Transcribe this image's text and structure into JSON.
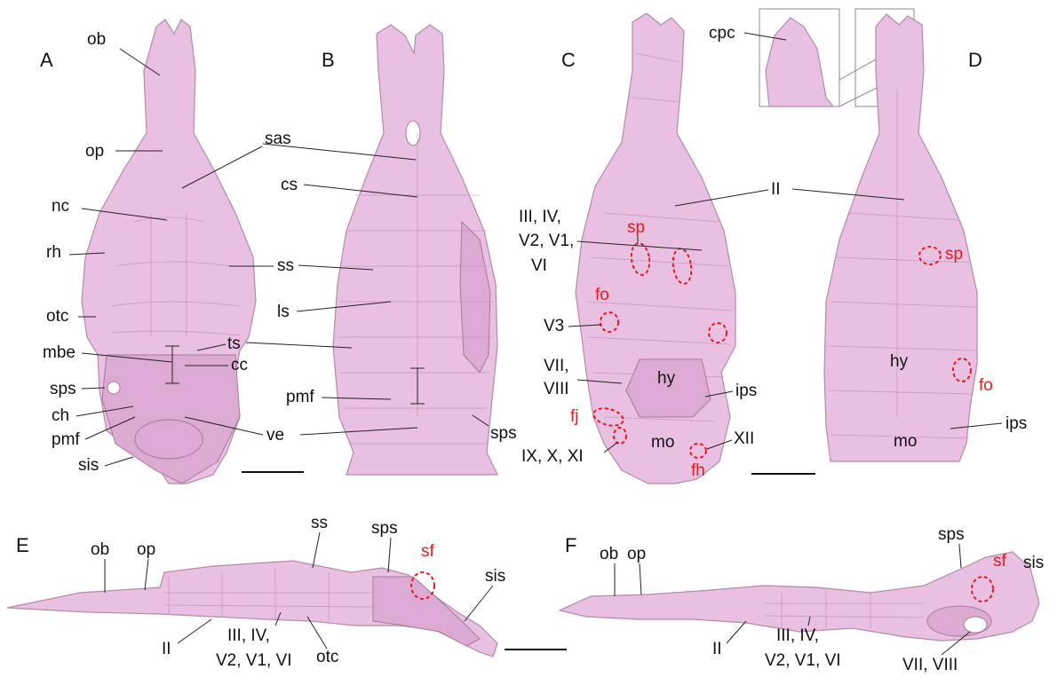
{
  "panels": {
    "A": {
      "letter": "A",
      "labels": [
        "ob",
        "op",
        "sas",
        "nc",
        "rh",
        "ss",
        "otc",
        "mbe",
        "ts",
        "cc",
        "sps",
        "ch",
        "pmf",
        "ve",
        "sis"
      ]
    },
    "B": {
      "letter": "B",
      "labels": [
        "cs",
        "ls",
        "pmf",
        "sps"
      ]
    },
    "C": {
      "letter": "C",
      "labels": [
        "II",
        "III, IV,",
        "V2, V1,",
        "VI",
        "sp",
        "fo",
        "V3",
        "VII,",
        "VIII",
        "hy",
        "ips",
        "fj",
        "mo",
        "XII",
        "IX, X, XI",
        "fh"
      ]
    },
    "D": {
      "letter": "D",
      "labels": [
        "cpc",
        "sp",
        "hy",
        "fo",
        "ips",
        "mo"
      ]
    },
    "E": {
      "letter": "E",
      "labels": [
        "ob",
        "op",
        "ss",
        "sps",
        "sf",
        "sis",
        "II",
        "III, IV,",
        "V2, V1, VI",
        "otc"
      ]
    },
    "F": {
      "letter": "F",
      "labels": [
        "ob",
        "op",
        "sps",
        "sf",
        "sis",
        "II",
        "III, IV,",
        "V2, V1, VI",
        "VII, VIII"
      ]
    }
  },
  "colors": {
    "specimen_fill": "#e9bfe2",
    "specimen_edge": "#b48aab",
    "red_annotation": "#e31b1b",
    "label_text": "#111111"
  }
}
